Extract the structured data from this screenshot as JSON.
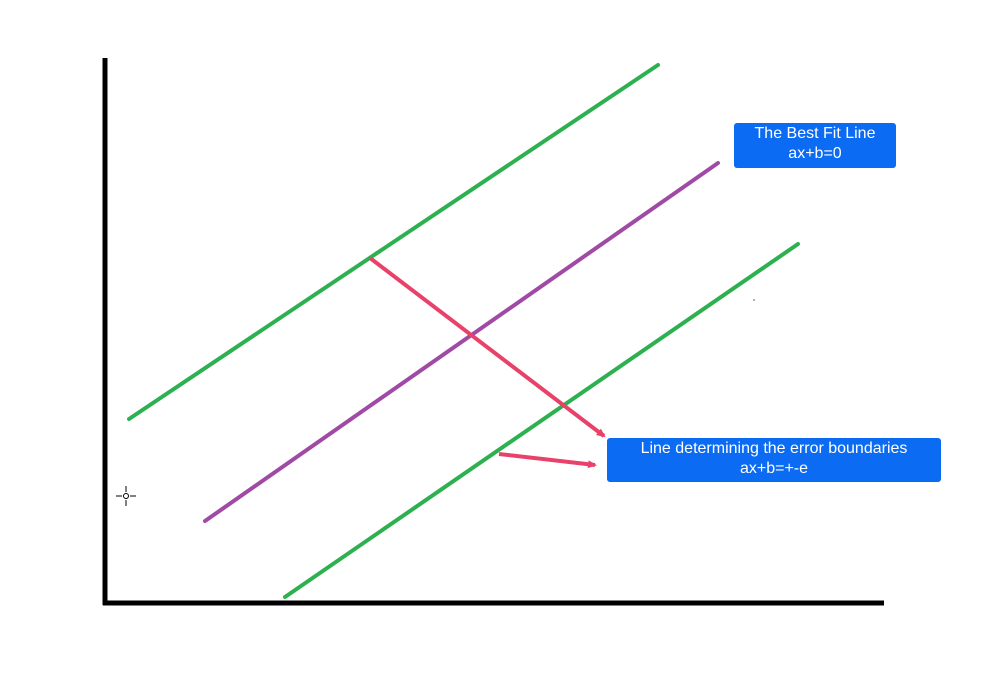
{
  "labels": {
    "best_fit": {
      "line1": "The Best Fit Line",
      "line2": "ax+b=0"
    },
    "error_boundaries": {
      "line1": "Line determining the error boundaries",
      "line2": "ax+b=+-e"
    }
  },
  "colors": {
    "axes": "#000000",
    "boundary_lines": "#2db04f",
    "best_fit_line": "#a04aa6",
    "arrows": "#e8426a",
    "label_background": "#0b6bf2",
    "label_text": "#ffffff"
  },
  "icons": {
    "cursor": "crosshair-cursor-icon"
  }
}
